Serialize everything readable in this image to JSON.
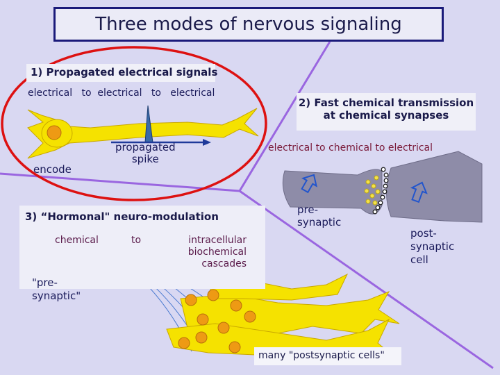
{
  "title": "Three modes of nervous signaling",
  "mode1": {
    "heading": "1) Propagated electrical signals",
    "chain": "electrical   to  electrical   to   electrical",
    "encode": "encode",
    "spike": "propagated\nspike"
  },
  "mode2": {
    "heading_line1": "2) Fast chemical transmission",
    "heading_line2": "at chemical synapses",
    "chain": "electrical to chemical to electrical",
    "pre": "pre-\nsynaptic",
    "post": "post-\nsynaptic\ncell"
  },
  "mode3": {
    "heading": "3) “Hormonal\" neuro-modulation",
    "w1": "chemical",
    "w2": "to",
    "w3": "intracellular\nbiochemical\ncascades",
    "pre": "\"pre-\nsynaptic\"",
    "many": "many \"postsynaptic cells\""
  },
  "colors": {
    "background": "#d9d8f2",
    "neuron": "#f5e200",
    "soma": "#ee9a14",
    "divider": "#9a66e0",
    "ellipse": "#dd1111",
    "terminal": "#8e8ca8",
    "arrow_blue": "#2255cc"
  }
}
